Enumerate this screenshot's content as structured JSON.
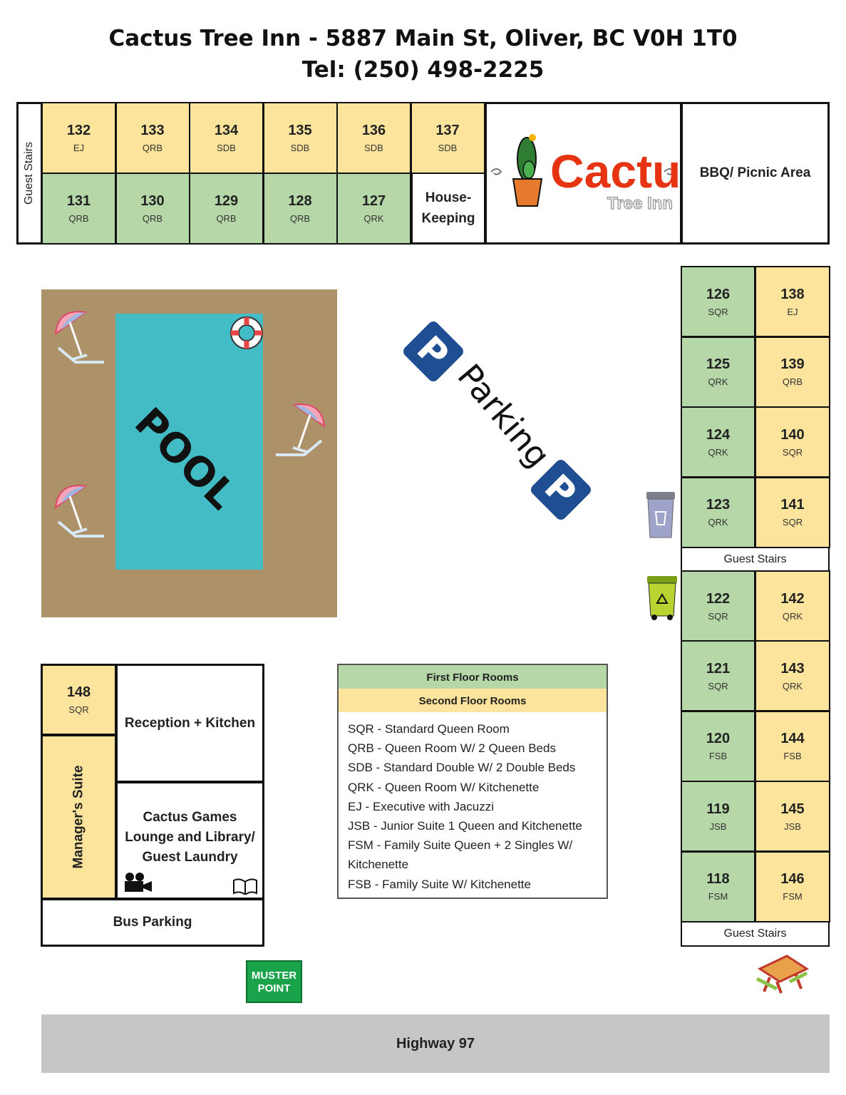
{
  "header": {
    "line1": "Cactus Tree Inn - 5887 Main St, Oliver, BC V0H 1T0",
    "line2": "Tel: (250) 498-2225"
  },
  "colors": {
    "first_floor": "#b6d7a8",
    "second_floor": "#fde49c",
    "pool_deck": "#ad9169",
    "pool_water": "#44bcc6",
    "parking": "#1f4e93",
    "highway": "#c6c6c6",
    "muster": "#1aa34a"
  },
  "top_block": {
    "stairs": "Guest Stairs",
    "second_floor": [
      {
        "num": "132",
        "type": "EJ"
      },
      {
        "num": "133",
        "type": "QRB"
      },
      {
        "num": "134",
        "type": "SDB"
      },
      {
        "num": "135",
        "type": "SDB"
      },
      {
        "num": "136",
        "type": "SDB"
      },
      {
        "num": "137",
        "type": "SDB"
      }
    ],
    "first_floor": [
      {
        "num": "131",
        "type": "QRB"
      },
      {
        "num": "130",
        "type": "QRB"
      },
      {
        "num": "129",
        "type": "QRB"
      },
      {
        "num": "128",
        "type": "QRB"
      },
      {
        "num": "127",
        "type": "QRK"
      }
    ],
    "housekeeping": "House-Keeping",
    "logo": {
      "main": "Cactus",
      "sub": "Tree Inn"
    },
    "bbq": "BBQ/ Picnic Area"
  },
  "right_block": {
    "upper": [
      [
        {
          "num": "126",
          "type": "SQR"
        },
        {
          "num": "138",
          "type": "EJ"
        }
      ],
      [
        {
          "num": "125",
          "type": "QRK"
        },
        {
          "num": "139",
          "type": "QRB"
        }
      ],
      [
        {
          "num": "124",
          "type": "QRK"
        },
        {
          "num": "140",
          "type": "SQR"
        }
      ],
      [
        {
          "num": "123",
          "type": "QRK"
        },
        {
          "num": "141",
          "type": "SQR"
        }
      ]
    ],
    "stairs_mid": "Guest Stairs",
    "lower": [
      [
        {
          "num": "122",
          "type": "SQR"
        },
        {
          "num": "142",
          "type": "QRK"
        }
      ],
      [
        {
          "num": "121",
          "type": "SQR"
        },
        {
          "num": "143",
          "type": "QRK"
        }
      ],
      [
        {
          "num": "120",
          "type": "FSB"
        },
        {
          "num": "144",
          "type": "FSB"
        }
      ],
      [
        {
          "num": "119",
          "type": "JSB"
        },
        {
          "num": "145",
          "type": "JSB"
        }
      ],
      [
        {
          "num": "118",
          "type": "FSM"
        },
        {
          "num": "146",
          "type": "FSM"
        }
      ]
    ],
    "stairs_bottom": "Guest Stairs"
  },
  "pool": {
    "label": "POOL"
  },
  "parking": {
    "label": "Parking",
    "sign": "P"
  },
  "office": {
    "room148": {
      "num": "148",
      "type": "SQR"
    },
    "managers_suite": "Manager's Suite",
    "reception": "Reception + Kitchen",
    "lounge": "Cactus Games Lounge and Library/ Guest Laundry",
    "bus_parking": "Bus Parking"
  },
  "legend": {
    "first_floor": "First Floor Rooms",
    "second_floor": "Second Floor Rooms",
    "items": [
      "SQR - Standard Queen Room",
      "QRB - Queen Room W/ 2 Queen Beds",
      "SDB - Standard Double W/ 2 Double Beds",
      "QRK - Queen Room W/ Kitchenette",
      "EJ - Executive with Jacuzzi",
      "JSB - Junior Suite 1 Queen and Kitchenette",
      "FSM - Family Suite Queen + 2 Singles W/ Kitchenette",
      "FSB - Family Suite W/ Kitchenette"
    ]
  },
  "muster": {
    "line1": "MUSTER",
    "line2": "POINT"
  },
  "highway": "Highway 97"
}
